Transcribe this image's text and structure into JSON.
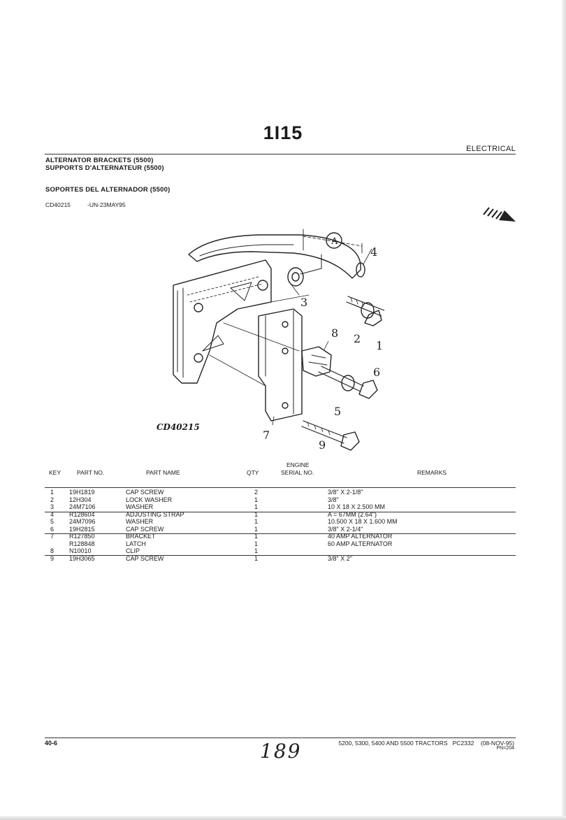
{
  "page_title": "1I15",
  "section": "ELECTRICAL",
  "headings": {
    "english": "ALTERNATOR BRACKETS (5500)",
    "french": "SUPPORTS D'ALTERNATEUR (5500)",
    "spanish": "SOPORTES DEL ALTERNADOR (5500)"
  },
  "figure": {
    "ref": "CD40215",
    "date": "-UN-23MAY95",
    "caption": "CD40215",
    "callouts": [
      "1",
      "2",
      "3",
      "4",
      "5",
      "6",
      "7",
      "8",
      "9",
      "A"
    ]
  },
  "table": {
    "headers": {
      "key": "KEY",
      "part_no": "PART NO.",
      "part_name": "PART NAME",
      "qty": "QTY",
      "engine_serial_line1": "ENGINE",
      "engine_serial_line2": "SERIAL NO.",
      "remarks": "REMARKS"
    },
    "rows": [
      {
        "key": "1",
        "part_no": "19H1819",
        "name": "CAP SCREW",
        "qty": "2",
        "remarks": "3/8\" X 2-1/8\""
      },
      {
        "key": "2",
        "part_no": "12H304",
        "name": "LOCK WASHER",
        "qty": "1",
        "remarks": "3/8\""
      },
      {
        "key": "3",
        "part_no": "24M7106",
        "name": "WASHER",
        "qty": "1",
        "remarks": "10 X 18 X 2.500 MM"
      },
      {
        "key": "4",
        "part_no": "R128604",
        "name": "ADJUSTING STRAP",
        "qty": "1",
        "remarks": "A = 67MM (2.64\")"
      },
      {
        "key": "5",
        "part_no": "24M7096",
        "name": "WASHER",
        "qty": "1",
        "remarks": "10.500 X 18 X 1.600 MM"
      },
      {
        "key": "6",
        "part_no": "19H2815",
        "name": "CAP SCREW",
        "qty": "1",
        "remarks": "3/8\" X 2-1/4\""
      },
      {
        "key": "7",
        "part_no": "R127850",
        "name": "BRACKET",
        "qty": "1",
        "remarks": "40 AMP ALTERNATOR"
      },
      {
        "key": "",
        "part_no": "R128848",
        "name": "LATCH",
        "qty": "1",
        "remarks": "60 AMP ALTERNATOR"
      },
      {
        "key": "8",
        "part_no": "N10010",
        "name": "CLIP",
        "qty": "1",
        "remarks": ""
      },
      {
        "key": "9",
        "part_no": "19H3065",
        "name": "CAP SCREW",
        "qty": "1",
        "remarks": "3/8\" X 2\""
      }
    ]
  },
  "footer": {
    "page": "40-6",
    "models": "5200, 5300, 5400 AND 5500 TRACTORS",
    "pc": "PC2332",
    "date": "(08-NOV-95)",
    "pn": "PN=204",
    "handwritten": "189"
  }
}
